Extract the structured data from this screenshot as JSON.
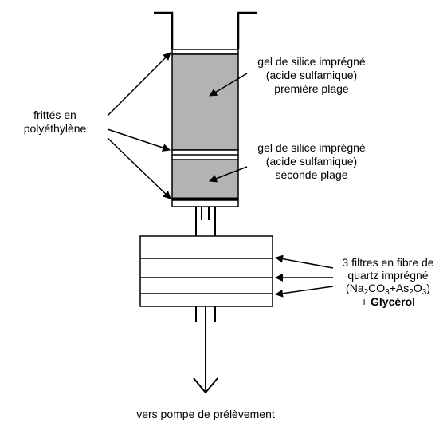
{
  "colors": {
    "gel_fill": "#b3b3b3",
    "line": "#000000",
    "background": "#ffffff"
  },
  "labels": {
    "frits": [
      "frittés en",
      "polyéthylène"
    ],
    "gel_first": [
      "gel de silice imprégné",
      "(acide sulfamique)",
      "première plage"
    ],
    "gel_second": [
      "gel de silice imprégné",
      "(acide sulfamique)",
      "seconde plage"
    ],
    "filters": {
      "line1": "3 filtres en fibre de",
      "line2": "quartz imprégné",
      "line3": {
        "p1": "(Na",
        "s1": "2",
        "p2": "CO",
        "s2": "3",
        "p3": "+As",
        "s3": "2",
        "p4": "O",
        "s4": "3",
        "p5": ")"
      },
      "line4": {
        "plus": "+ ",
        "bold": "Glycérol"
      }
    },
    "pump": "vers pompe de prélèvement"
  }
}
